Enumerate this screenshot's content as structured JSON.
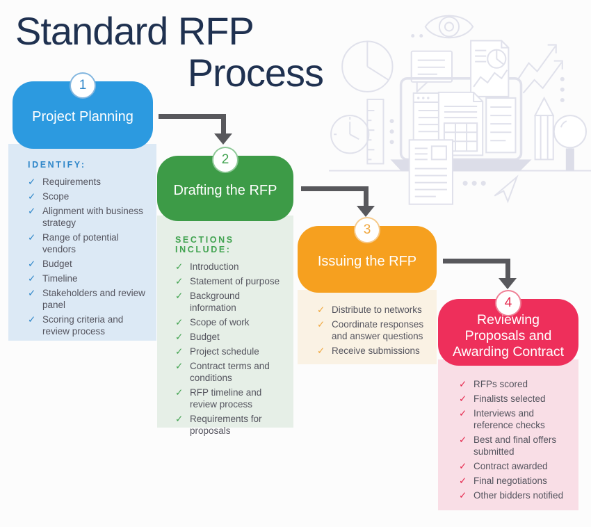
{
  "title": {
    "line1": "Standard RFP",
    "line2": "Process"
  },
  "check_glyph": "✓",
  "colors": {
    "background": "#FCFCFC",
    "title": "#1F3150",
    "arrow": "#58585C",
    "item_text": "#54545E",
    "illustration_stroke": "#E0E1EB",
    "illustration_fill": "#DCDDE8"
  },
  "steps": [
    {
      "number": "1",
      "label": "Project Planning",
      "header": "IDENTIFY:",
      "box_color": "#2C9AE0",
      "panel_color": "#DCE9F5",
      "accent_color": "#2E86C9",
      "items": [
        "Requirements",
        "Scope",
        "Alignment with business strategy",
        "Range of potential vendors",
        "Budget",
        "Timeline",
        "Stakeholders and review panel",
        "Scoring criteria and review process"
      ]
    },
    {
      "number": "2",
      "label": "Drafting the RFP",
      "header": "SECTIONS INCLUDE:",
      "box_color": "#3D9B47",
      "panel_color": "#E6EFE7",
      "accent_color": "#41A350",
      "items": [
        "Introduction",
        "Statement of purpose",
        "Background information",
        "Scope of work",
        "Budget",
        "Project schedule",
        "Contract terms and conditions",
        "RFP timeline and review process",
        "Requirements for proposals"
      ]
    },
    {
      "number": "3",
      "label": "Issuing the RFP",
      "header": "",
      "box_color": "#F6A01F",
      "panel_color": "#FAF2E4",
      "accent_color": "#F0A73E",
      "items": [
        "Distribute to networks",
        "Coordinate responses and answer questions",
        "Receive submissions"
      ]
    },
    {
      "number": "4",
      "label": "Reviewing\nProposals and\nAwarding Contract",
      "header": "",
      "box_color": "#EE2F5B",
      "panel_color": "#F9DEE6",
      "accent_color": "#E5294E",
      "items": [
        "RFPs scored",
        "Finalists selected",
        "Interviews and reference checks",
        "Best and final offers submitted",
        "Contract awarded",
        "Final negotiations",
        "Other bidders notified"
      ]
    }
  ]
}
